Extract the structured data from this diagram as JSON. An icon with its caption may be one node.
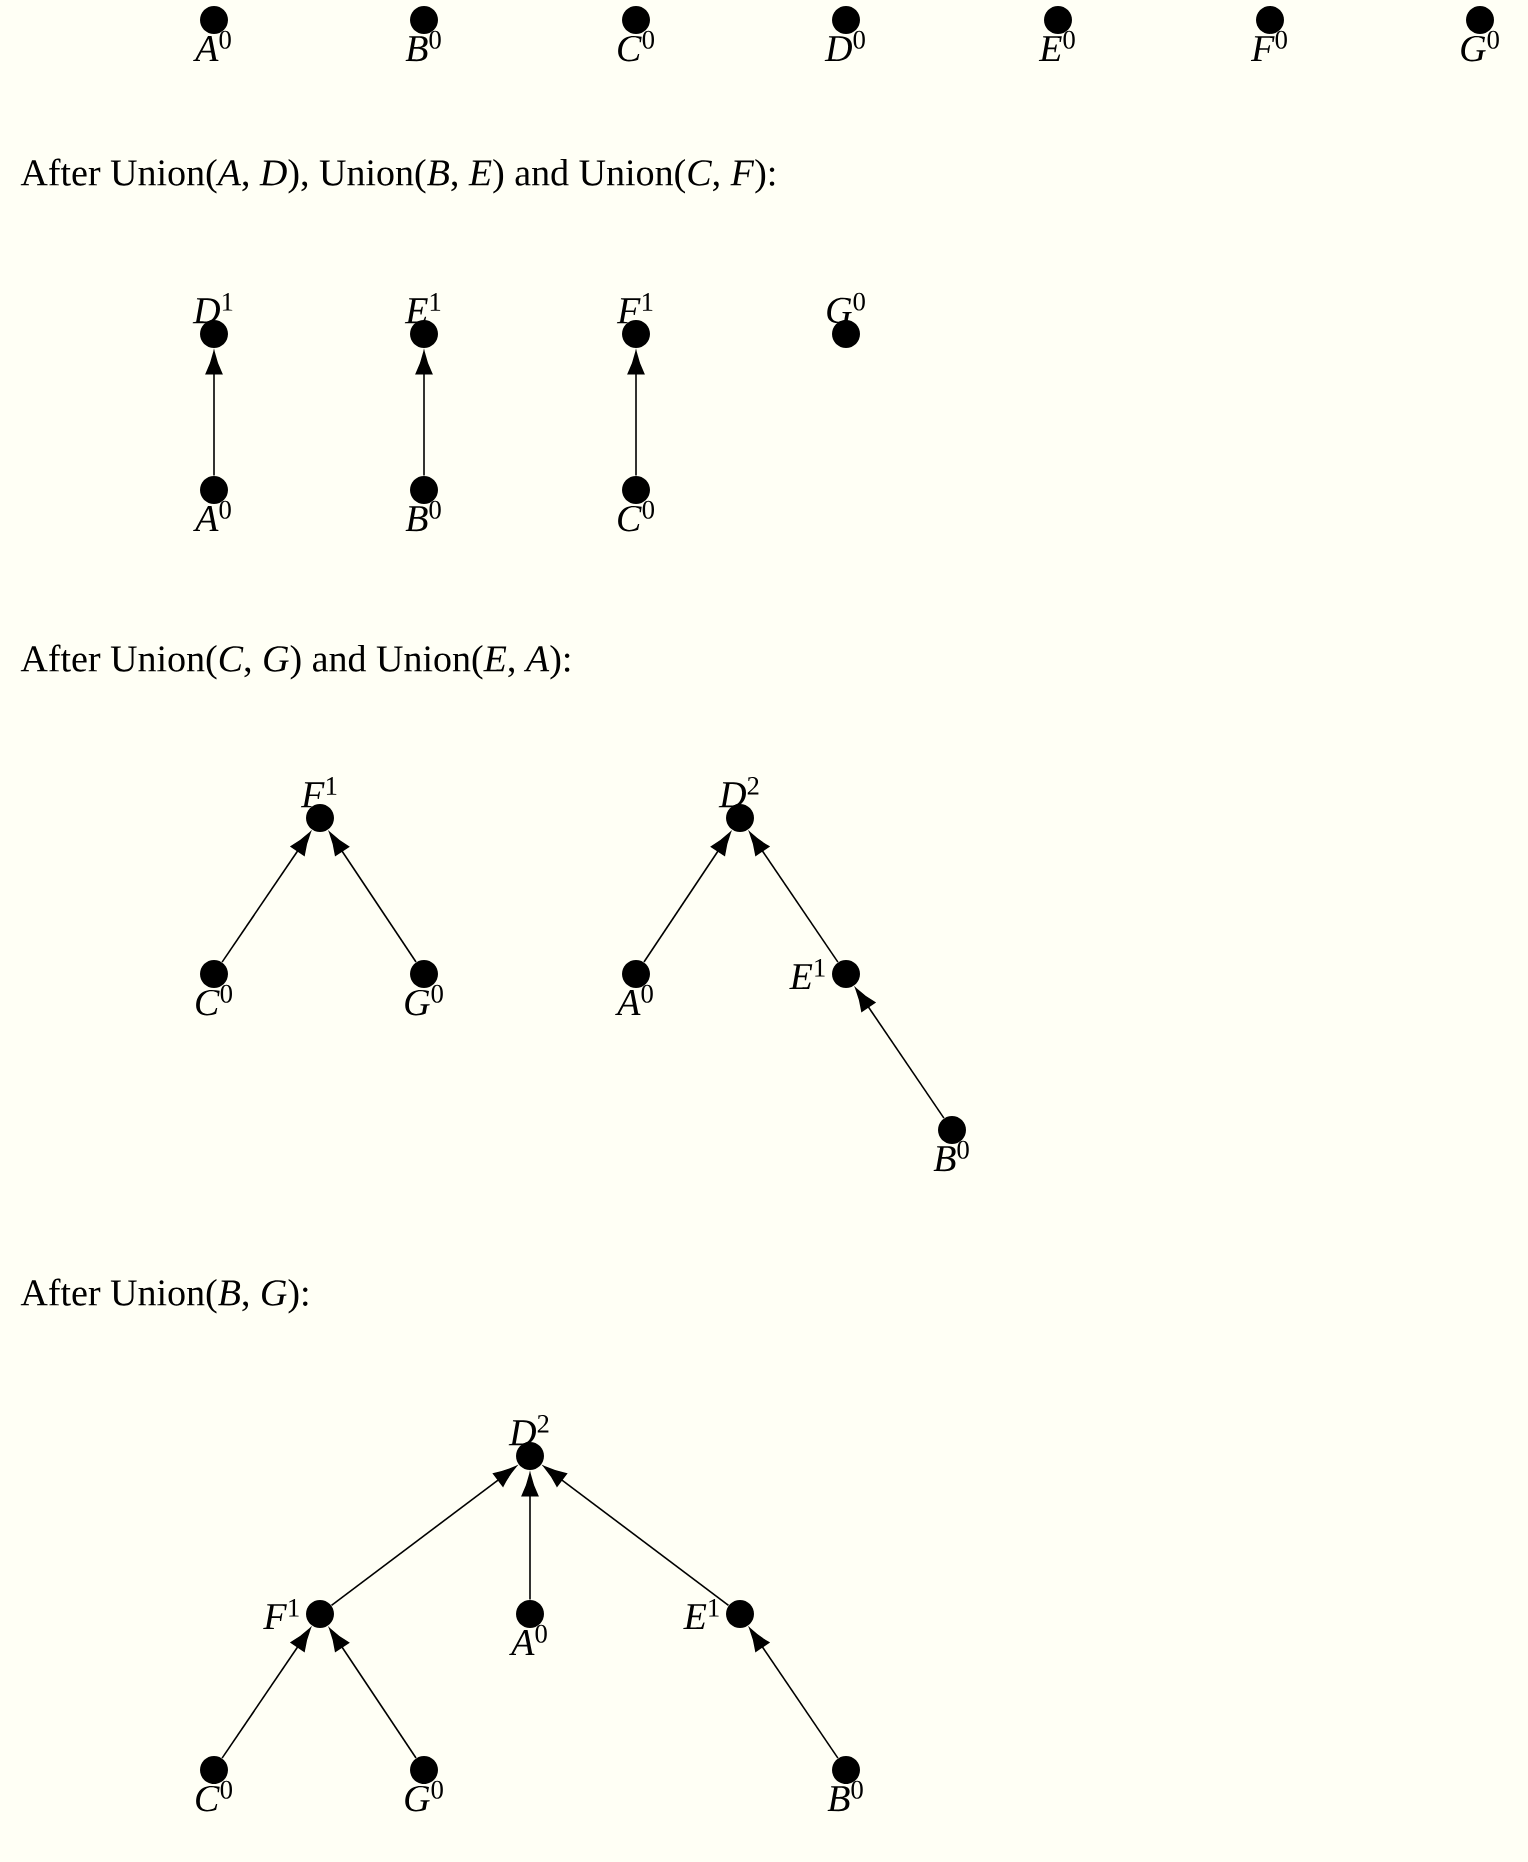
{
  "diagram": {
    "nodes": [
      {
        "text": [
          "*A*$^{0}$"
        ]
      },
      {
        "text": [
          "*B*$^{0}$"
        ]
      },
      {
        "text": [
          "*C*$^{0}$"
        ]
      },
      {
        "text": [
          "*D*$^{0}$"
        ]
      },
      {
        "text": [
          "*E*$^{0}$"
        ]
      },
      {
        "text": [
          "*F*$^{0}$"
        ]
      },
      {
        "text": [
          "*G*$^{0}$"
        ]
      },
      {
        "text": [
          "*D*$^{1}$"
        ]
      },
      {
        "text": [
          "*E*$^{1}$"
        ]
      },
      {
        "text": [
          "*F*$^{1}$"
        ]
      },
      {
        "text": [
          "*G*$^{0}$"
        ]
      },
      {
        "text": [
          "*A*$^{0}$"
        ]
      },
      {
        "text": [
          "*B*$^{0}$"
        ]
      },
      {
        "text": [
          "*C*$^{0}$"
        ]
      },
      {
        "text": [
          "*F*$^{1}$"
        ]
      },
      {
        "text": [
          "*D*$^{2}$"
        ]
      },
      {
        "text": [
          "*C*$^{0}$"
        ]
      },
      {
        "text": [
          "*G*$^{0}$"
        ]
      },
      {
        "text": [
          "*A*$^{0}$"
        ]
      },
      {
        "text": [
          "*E*$^{1}$"
        ]
      },
      {
        "text": [
          "*B*$^{0}$"
        ]
      },
      {
        "text": [
          "*D*$^{2}$"
        ]
      },
      {
        "text": [
          "*F*$^{1}$"
        ]
      },
      {
        "text": [
          "*A*$^{0}$"
        ]
      },
      {
        "text": [
          "*E*$^{1}$"
        ]
      },
      {
        "text": [
          "*C*$^{0}$"
        ]
      },
      {
        "text": [
          "*G*$^{0}$"
        ]
      },
      {
        "text": [
          "*B*$^{0}$"
        ]
      }
    ],
    "edges": [
      {
        "from": 11,
        "to": 7,
        "arrow": "to"
      },
      {
        "from": 12,
        "to": 8,
        "arrow": "to"
      },
      {
        "from": 13,
        "to": 9,
        "arrow": "to"
      },
      {
        "from": 16,
        "to": 14,
        "arrow": "to"
      },
      {
        "from": 17,
        "to": 14,
        "arrow": "to"
      },
      {
        "from": 18,
        "to": 15,
        "arrow": "to"
      },
      {
        "from": 19,
        "to": 15,
        "arrow": "to"
      },
      {
        "from": 20,
        "to": 19,
        "arrow": "to"
      },
      {
        "from": 22,
        "to": 21,
        "arrow": "to"
      },
      {
        "from": 23,
        "to": 21,
        "arrow": "to"
      },
      {
        "from": 24,
        "to": 21,
        "arrow": "to"
      },
      {
        "from": 25,
        "to": 22,
        "arrow": "to"
      },
      {
        "from": 26,
        "to": 22,
        "arrow": "to"
      },
      {
        "from": 27,
        "to": 24,
        "arrow": "to"
      }
    ],
    "labels": [
      "After Union(*A*, *D*), Union(*B*, *E*) and Union(*C*, *F*):",
      "After Union(*C*, *G*) and Union(*E*, *A*):",
      "After Union(*B*, *G*):"
    ]
  }
}
